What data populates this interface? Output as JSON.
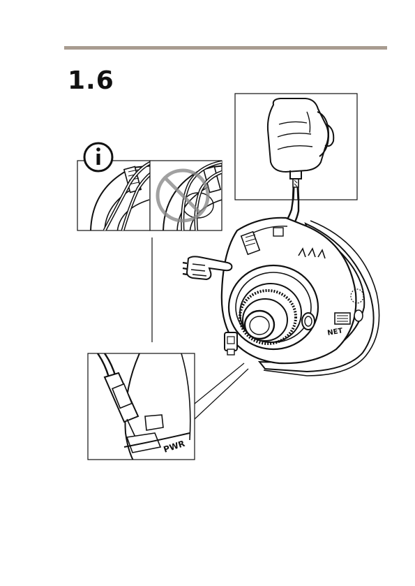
{
  "section": {
    "step_number": "1.6"
  },
  "illustration": {
    "network_label": "NET",
    "power_label": "PWR",
    "info_icon": "info-icon",
    "prohibited_icon": "prohibited-icon",
    "pointer_icon": "pointing-hand-icon"
  },
  "colors": {
    "header_rule": "#a89c90",
    "ink": "#111111"
  }
}
